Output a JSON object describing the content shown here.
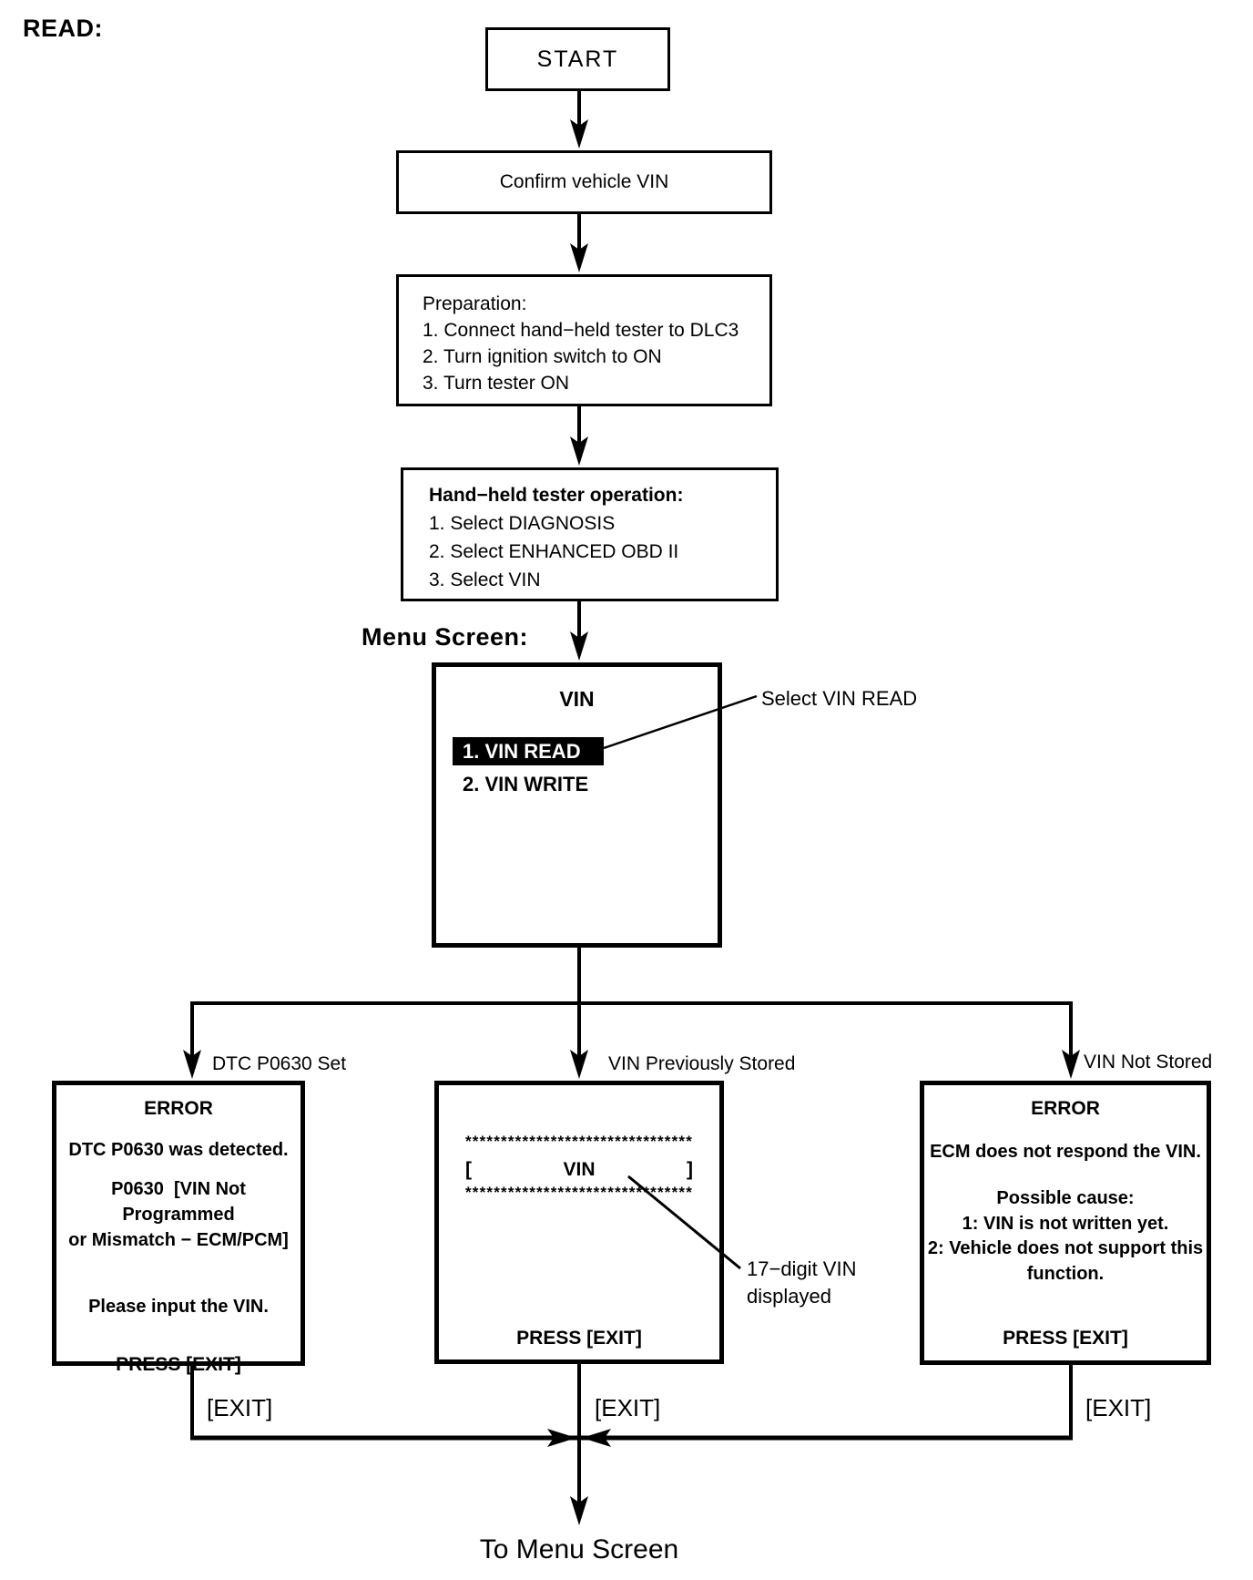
{
  "colors": {
    "ink": "#000000",
    "background": "#ffffff",
    "highlight_bg": "#000000",
    "highlight_text": "#ffffff"
  },
  "header": {
    "read_label": "READ:"
  },
  "flow": {
    "start_label": "START",
    "confirm_label": "Confirm vehicle VIN",
    "preparation": {
      "title": "Preparation:",
      "items": [
        "1. Connect hand−held tester to DLC3",
        "2. Turn ignition switch to ON",
        "3. Turn tester ON"
      ]
    },
    "tester_operation": {
      "title": "Hand−held tester operation:",
      "items": [
        "1. Select DIAGNOSIS",
        "2. Select ENHANCED OBD II",
        "3. Select VIN"
      ]
    },
    "menu_screen_label": "Menu Screen:",
    "menu": {
      "title": "VIN",
      "selected_item": "1. VIN READ",
      "second_item": "2. VIN WRITE"
    },
    "select_annotation": "Select VIN READ"
  },
  "branches": {
    "dtc_set": {
      "label": "DTC P0630 Set",
      "title": "ERROR",
      "line1": "DTC P0630 was detected.",
      "line2a": "P0630  [VIN Not Programmed",
      "line2b": "or Mismatch − ECM/PCM]",
      "line3": "Please input the VIN.",
      "press_label": "PRESS [EXIT]",
      "exit_label": "[EXIT]"
    },
    "stored": {
      "label": "VIN Previously Stored",
      "stars_top": "********************************",
      "bracket_open": "[",
      "vin_label": "VIN",
      "bracket_close": "]",
      "stars_bottom": "********************************",
      "press_label": "PRESS [EXIT]",
      "exit_label": "[EXIT]",
      "annotation_line1": "17−digit VIN",
      "annotation_line2": "displayed"
    },
    "not_stored": {
      "label": "VIN Not Stored",
      "title": "ERROR",
      "line1": "ECM does not respond the VIN.",
      "line2": "Possible cause:",
      "line3": "1: VIN is not written yet.",
      "line4": "2: Vehicle does not support this",
      "line5": "function.",
      "press_label": "PRESS [EXIT]",
      "exit_label": "[EXIT]"
    }
  },
  "footer": {
    "to_menu_label": "To Menu Screen"
  }
}
